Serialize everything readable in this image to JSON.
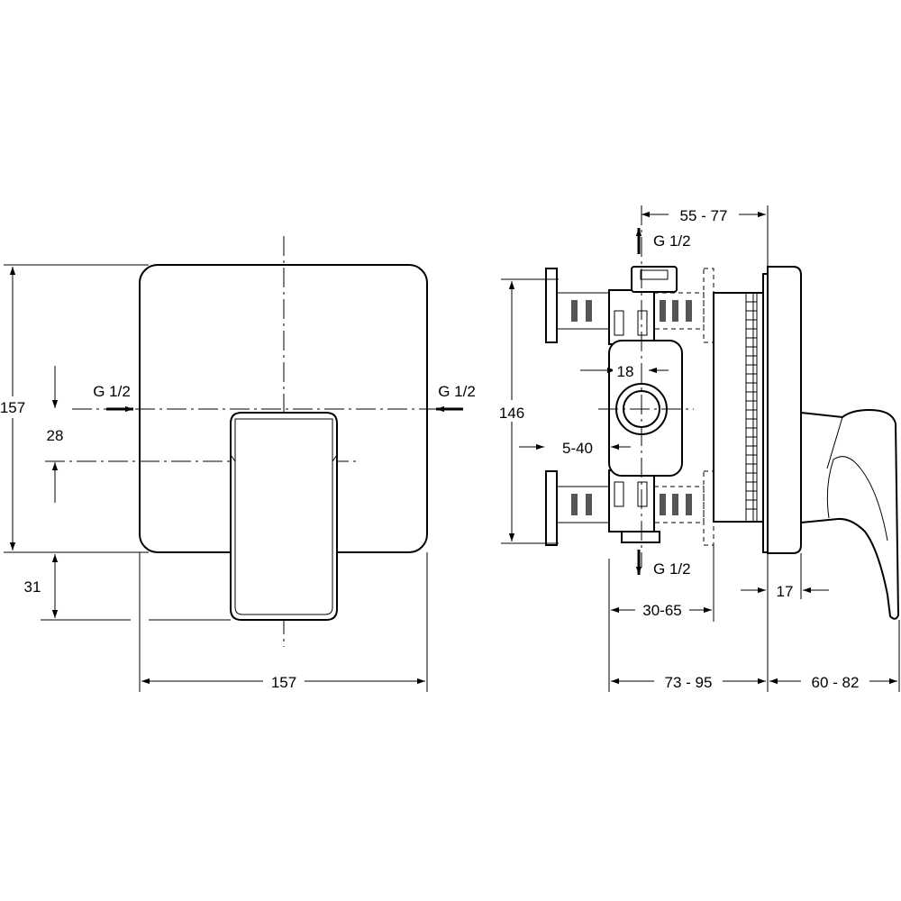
{
  "front_view": {
    "width_label": "157",
    "height_label": "157",
    "handle_offset_label": "28",
    "handle_overhang_label": "31",
    "inlet_left_label": "G 1/2",
    "inlet_right_label": "G 1/2"
  },
  "side_view": {
    "top_range_label": "55 - 77",
    "outlet_top_label": "G 1/2",
    "core_height_label": "146",
    "port_label": "18",
    "wall_range_label": "5-40",
    "outlet_bottom_label": "G 1/2",
    "body_range_label": "30-65",
    "plate_label": "17",
    "box_depth_label": "73 - 95",
    "trim_depth_label": "60 - 82"
  }
}
